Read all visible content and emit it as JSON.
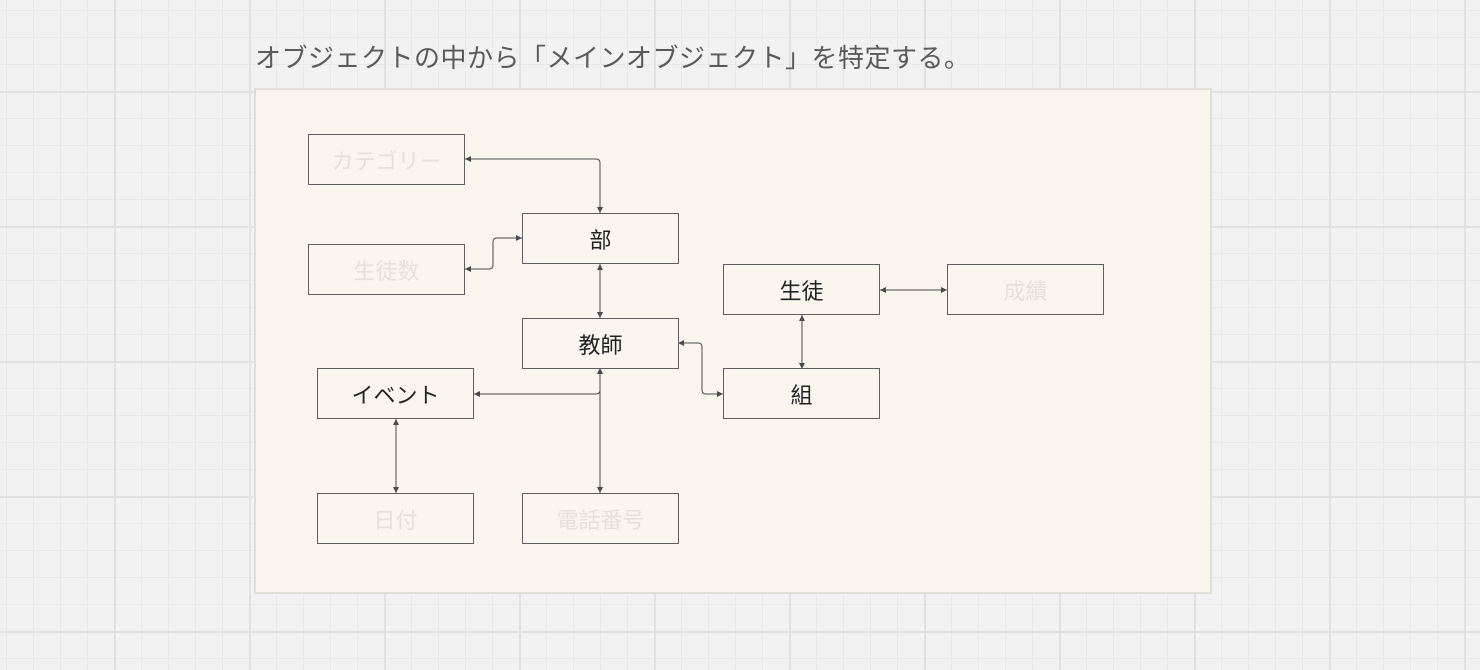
{
  "heading": "オブジェクトの中から「メインオブジェクト」を特定する。",
  "colors": {
    "canvas_background": "#f2f2f2",
    "frame_background": "#faf6ef",
    "frame_border": "#e2dfda",
    "node_border": "#5f5f5f",
    "node_text": "#222222",
    "node_text_faded": "#e4e0da",
    "connector": "#4a4a4a"
  },
  "nodes": {
    "category": {
      "label": "カテゴリー",
      "emphasis": "faded"
    },
    "bu": {
      "label": "部",
      "emphasis": "main"
    },
    "student_count": {
      "label": "生徒数",
      "emphasis": "faded"
    },
    "teacher": {
      "label": "教師",
      "emphasis": "main"
    },
    "event": {
      "label": "イベント",
      "emphasis": "main"
    },
    "date": {
      "label": "日付",
      "emphasis": "faded"
    },
    "phone": {
      "label": "電話番号",
      "emphasis": "faded"
    },
    "student": {
      "label": "生徒",
      "emphasis": "main"
    },
    "grades": {
      "label": "成績",
      "emphasis": "faded"
    },
    "class_group": {
      "label": "組",
      "emphasis": "main"
    }
  },
  "connections": [
    {
      "from": "category",
      "to": "bu",
      "arrows": "both"
    },
    {
      "from": "student_count",
      "to": "bu",
      "arrows": "both"
    },
    {
      "from": "bu",
      "to": "teacher",
      "arrows": "both"
    },
    {
      "from": "teacher",
      "to": "event",
      "arrows": "both"
    },
    {
      "from": "teacher",
      "to": "phone",
      "arrows": "both"
    },
    {
      "from": "teacher",
      "to": "class_group",
      "arrows": "both"
    },
    {
      "from": "event",
      "to": "date",
      "arrows": "both"
    },
    {
      "from": "student",
      "to": "class_group",
      "arrows": "both"
    },
    {
      "from": "student",
      "to": "grades",
      "arrows": "both"
    }
  ]
}
